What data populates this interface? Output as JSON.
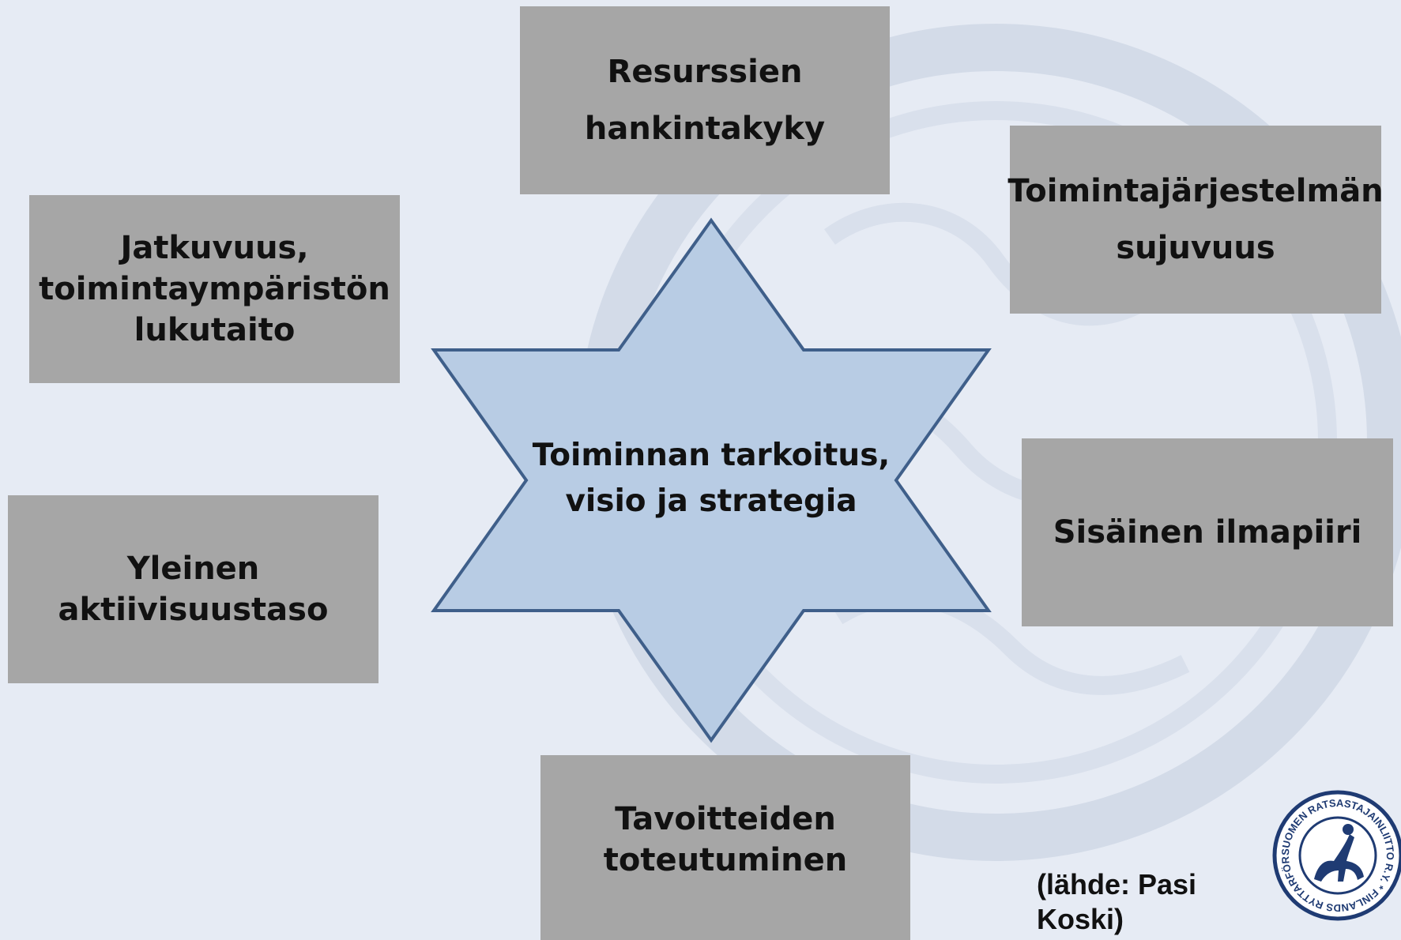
{
  "center": {
    "lines": [
      "Toiminnan tarkoitus,",
      "visio ja strategia"
    ],
    "fill": "#b8cce4",
    "stroke": "#3f5f8a"
  },
  "boxes": {
    "top": [
      "Resurssien",
      "hankintakyky"
    ],
    "top_right": [
      "Toimintajärjestelmän",
      "sujuvuus"
    ],
    "right": [
      "Sisäinen ilmapiiri"
    ],
    "bottom": [
      "Tavoitteiden",
      "toteutuminen"
    ],
    "bottom_left": [
      "Yleinen",
      "aktiivisuustaso"
    ],
    "top_left": [
      "Jatkuvuus,",
      "toimintaympäristön",
      "lukutaito"
    ]
  },
  "box_color": "#a6a6a6",
  "source": [
    "(lähde: Pasi",
    "Koski)"
  ],
  "logo": {
    "icon": "horse-rider-seal-icon",
    "ring_text": "SUOMEN RATSASTAJAINLIITTO R.Y. * FINLANDS RYTTARFÖRBUND R.F. *"
  }
}
